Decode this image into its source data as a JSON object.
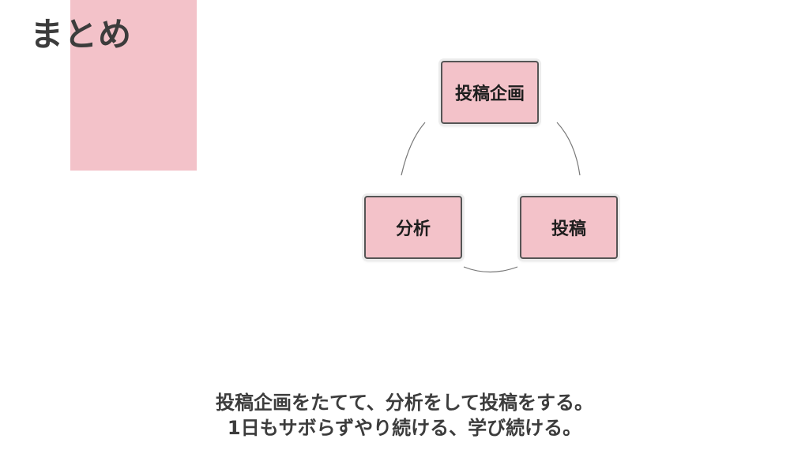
{
  "title": "まとめ",
  "diagram": {
    "nodes": {
      "plan": "投稿企画",
      "analysis": "分析",
      "post": "投稿"
    },
    "colors": {
      "node_fill": "#f3c2c9",
      "node_border": "#555555",
      "accent_block": "#f3c2c9",
      "connector": "#777777"
    }
  },
  "summary": {
    "line1": "投稿企画をたてて、分析をして投稿をする。",
    "line2": "1日もサボらずやり続ける、学び続ける。"
  }
}
